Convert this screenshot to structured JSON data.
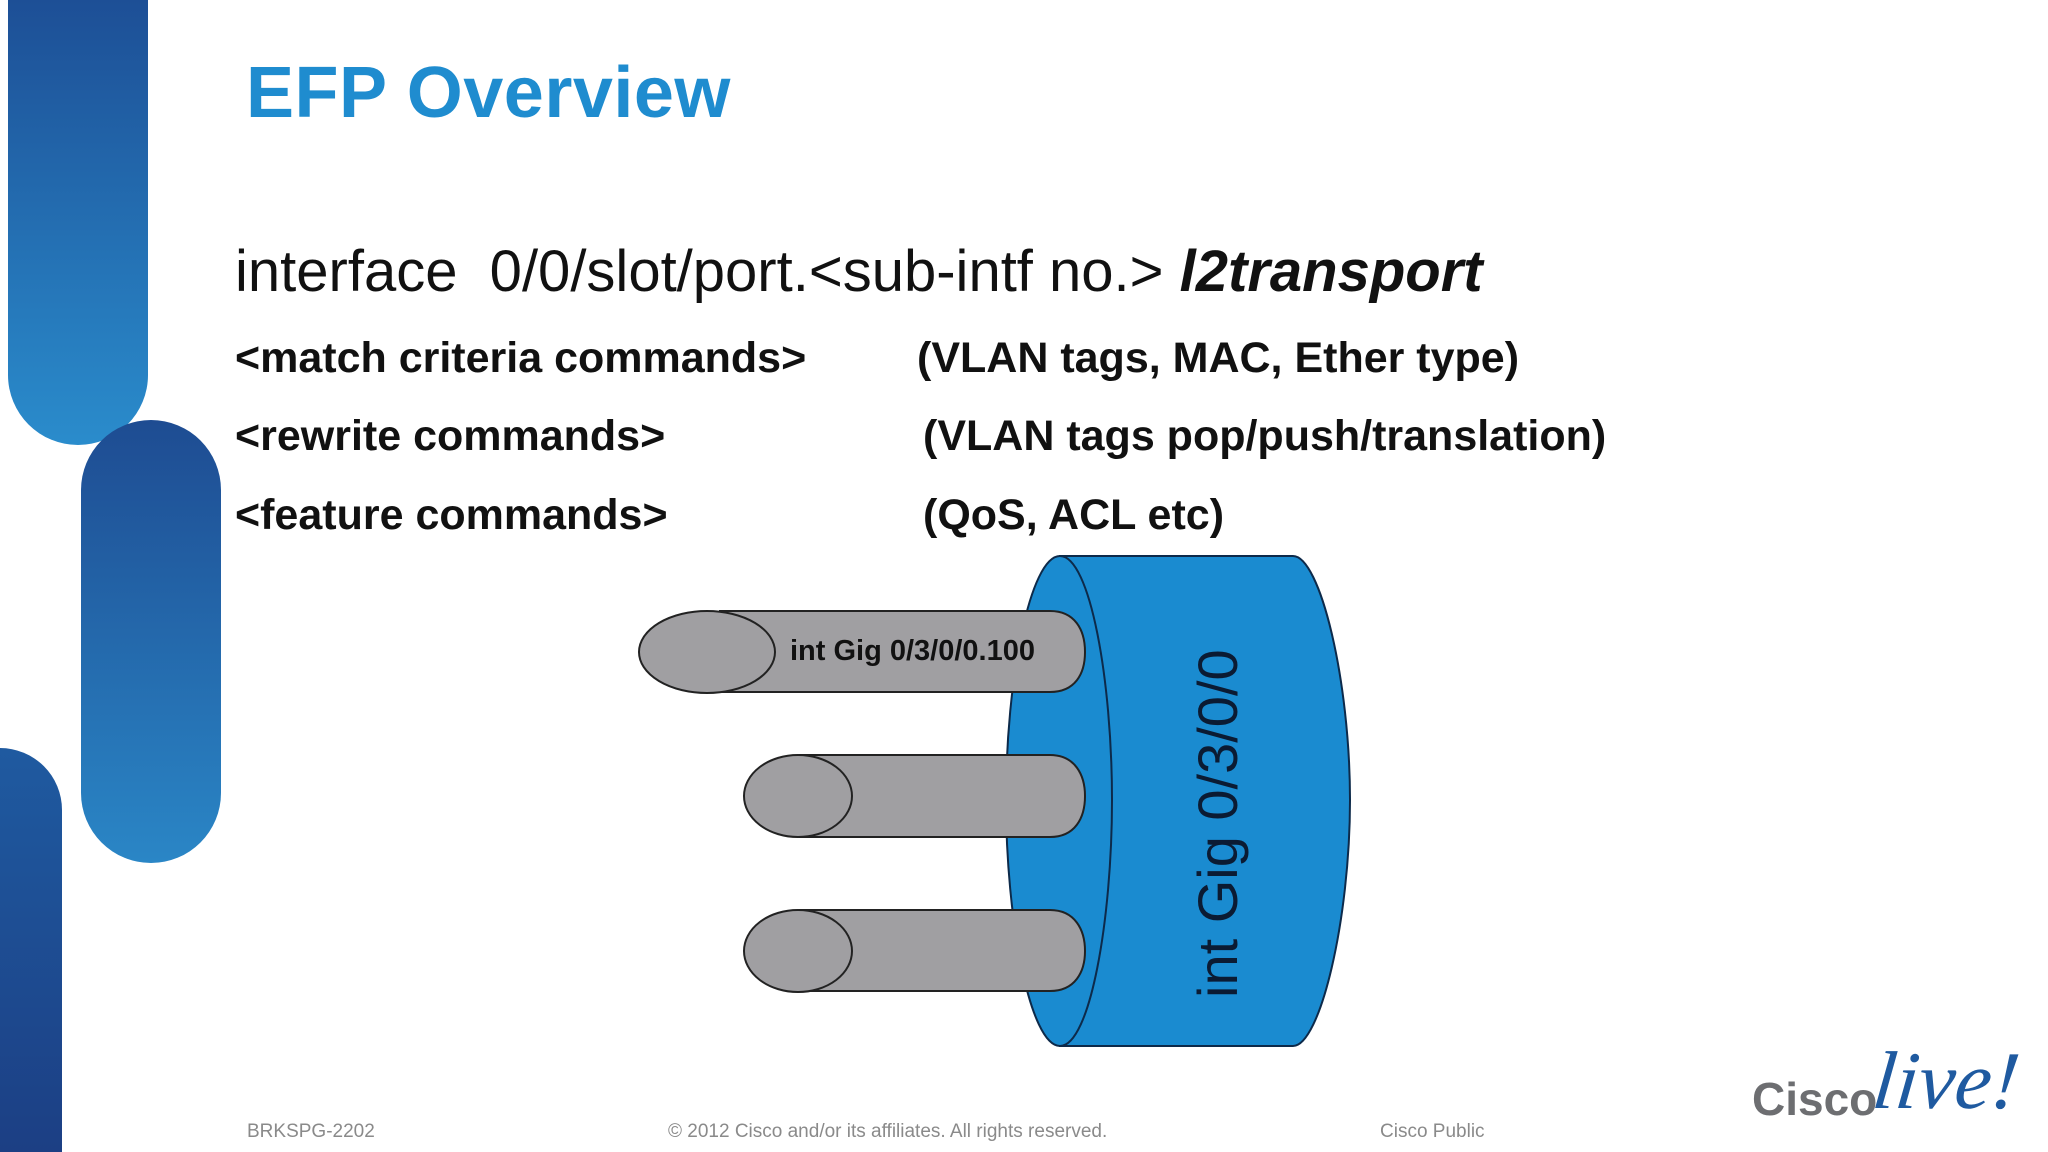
{
  "slide": {
    "title": "EFP Overview",
    "command": {
      "prefix": "interface  0/0/slot/port.<sub-intf no.> ",
      "keyword": "l2transport"
    },
    "rows": [
      {
        "command": "<match criteria commands>",
        "description": "(VLAN tags, MAC, Ether type)"
      },
      {
        "command": "<rewrite commands>",
        "description": "(VLAN tags pop/push/translation)"
      },
      {
        "command": "<feature commands>",
        "description": "(QoS, ACL etc)"
      }
    ]
  },
  "diagram": {
    "physical_interface_label": "int Gig 0/3/0/0",
    "subinterface_label": "int Gig 0/3/0/0.100",
    "colors": {
      "physical": "#1a8bd0",
      "subinterface": "#a09fa2"
    }
  },
  "footer": {
    "session_code": "BRKSPG-2202",
    "copyright": "© 2012 Cisco and/or its affiliates. All rights reserved.",
    "classification": "Cisco Public"
  },
  "logo": {
    "text_left": "Cisco",
    "text_right": "live!"
  },
  "colors": {
    "title": "#1f8ccf",
    "accent_dark": "#1d4f96",
    "accent_light": "#2a8ccc"
  }
}
